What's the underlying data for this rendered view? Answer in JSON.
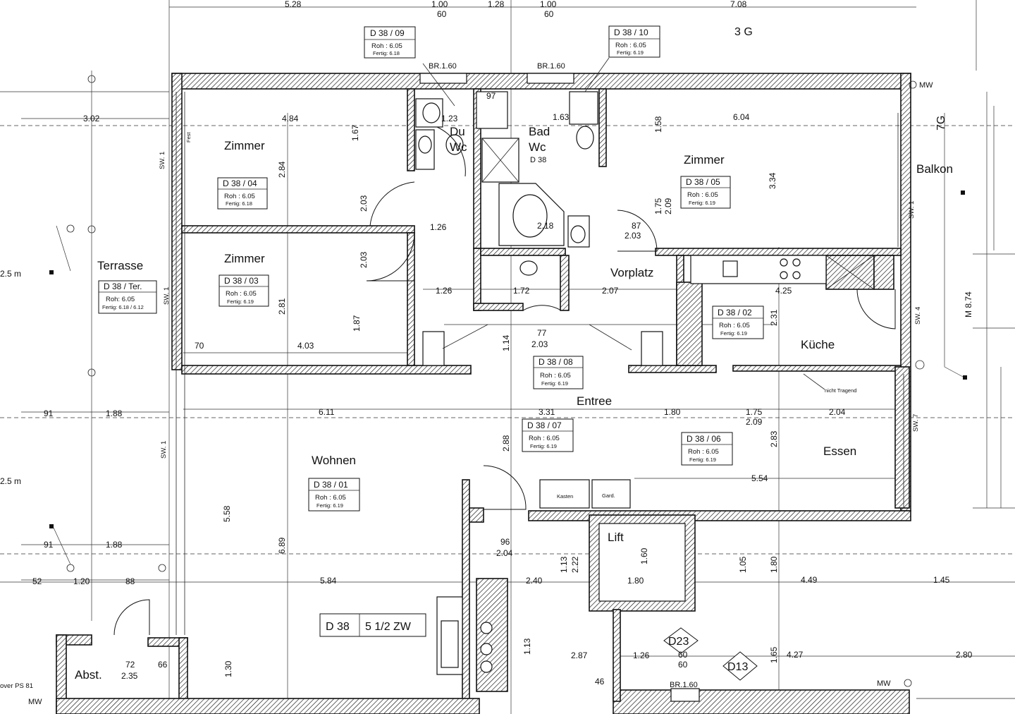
{
  "header": {
    "top_dims": [
      "5.28",
      "1.00",
      "60",
      "1.28",
      "1.00",
      "60",
      "7.08"
    ],
    "grid_label": "3 G",
    "grid_label_side": "7G"
  },
  "rooms": [
    {
      "key": "zimmer_nw",
      "name": "Zimmer"
    },
    {
      "key": "zimmer_w",
      "name": "Zimmer"
    },
    {
      "key": "du_wc_1",
      "name": "Du"
    },
    {
      "key": "du_wc_2",
      "name": "Wc"
    },
    {
      "key": "bad_wc_1",
      "name": "Bad"
    },
    {
      "key": "bad_wc_2",
      "name": "Wc"
    },
    {
      "key": "bad_wc_3",
      "name": "D 38"
    },
    {
      "key": "zimmer_ne",
      "name": "Zimmer"
    },
    {
      "key": "balkon",
      "name": "Balkon"
    },
    {
      "key": "terrasse",
      "name": "Terrasse"
    },
    {
      "key": "vorplatz",
      "name": "Vorplatz"
    },
    {
      "key": "kueche",
      "name": "Küche"
    },
    {
      "key": "entree",
      "name": "Entree"
    },
    {
      "key": "essen",
      "name": "Essen"
    },
    {
      "key": "wohnen",
      "name": "Wohnen"
    },
    {
      "key": "lift",
      "name": "Lift"
    },
    {
      "key": "abst",
      "name": "Abst."
    }
  ],
  "tags": [
    {
      "id": "D 38 / 09",
      "roh": "Roh :  6.05",
      "fertig": "Fertig:  6.18"
    },
    {
      "id": "D 38 / 10",
      "roh": "Roh :  6.05",
      "fertig": "Fertig:  6.19"
    },
    {
      "id": "D 38 / 04",
      "roh": "Roh :  6.05",
      "fertig": "Fertig:  6.18"
    },
    {
      "id": "D 38 / 05",
      "roh": "Roh :  6.05",
      "fertig": "Fertig:  6.19"
    },
    {
      "id": "D 38 / 03",
      "roh": "Roh :  6.05",
      "fertig": "Fertig:  6.19"
    },
    {
      "id": "D 38 / Ter.",
      "roh": "Roh:  6.05",
      "fertig": "Fertig:  6.18 / 6.12"
    },
    {
      "id": "D 38 / 02",
      "roh": "Roh :  6.05",
      "fertig": "Fertig:  6.19"
    },
    {
      "id": "D 38 / 08",
      "roh": "Roh :  6.05",
      "fertig": "Fertig:  6.19"
    },
    {
      "id": "D 38 / 07",
      "roh": "Roh :  6.05",
      "fertig": "Fertig:  6.19"
    },
    {
      "id": "D 38 / 06",
      "roh": "Roh :  6.05",
      "fertig": "Fertig:  6.19"
    },
    {
      "id": "D 38 / 01",
      "roh": "Roh :  6.05",
      "fertig": "Fertig:  6.19"
    }
  ],
  "unit": {
    "code": "D 38",
    "type": "5 1/2 ZW"
  },
  "markers": [
    "D23",
    "D13"
  ],
  "misc": {
    "br_left": "BR.1.60",
    "br_right": "BR.1.60",
    "br_bottom": "BR.1.60",
    "mw_top": "MW",
    "mw_bottom": "MW",
    "mw_left": "MW",
    "kasten": "Kasten",
    "gard": "Gard.",
    "nicht_tragend": "nicht Tragend",
    "level_1": "2.5 m",
    "level_2": "2.5 m",
    "cover": "over PS 81",
    "sw1_a": "SW. 1",
    "sw1_b": "SW. 1",
    "sw1_c": "SW. 1",
    "sw4": "SW. 4",
    "sw7": "SW. 7",
    "sw1_d": "SW. 1",
    "m874": "M  8.74",
    "fest": "Fest"
  },
  "dims": {
    "d1": "3.02",
    "d2": "4.84",
    "d3": "6.04",
    "d4": "1.23",
    "d5": "97",
    "d6": "1.63",
    "d7": "1.26",
    "d8": "2.18",
    "d9": "87",
    "d10": "2.03",
    "d11": "1.26",
    "d12": "1.72",
    "d13": "2.07",
    "d14": "4.25",
    "d15": "70",
    "d16": "4.03",
    "d17": "77",
    "d18": "2.03",
    "d19": "91",
    "d20": "1.88",
    "d21": "6.11",
    "d22": "3.31",
    "d23": "1.80",
    "d24": "1.75",
    "d25": "2.09",
    "d26": "2.04",
    "d27": "5.54",
    "d28": "91",
    "d29": "1.88",
    "d30": "1.20",
    "d31": "88",
    "d32": "5.84",
    "d33": "2.40",
    "d34": "1.80",
    "d35": "4.49",
    "d36": "1.45",
    "d37": "96",
    "d38": "2.04",
    "d39": "2.87",
    "d40": "1.26",
    "d41": "4.27",
    "d42": "2.80",
    "d43": "72",
    "d44": "2.35",
    "d45": "66",
    "d46": "46",
    "d47": "52",
    "d48": "60",
    "d49": "60",
    "v1": "2.84",
    "v2": "1.67",
    "v3": "2.03",
    "v4": "2.81",
    "v5": "1.87",
    "v6": "2.03",
    "v7": "3.34",
    "v8": "1.75",
    "v9": "2.09",
    "v10": "2.31",
    "v11": "2.88",
    "v12": "5.58",
    "v13": "6.89",
    "v14": "2.83",
    "v15": "1.14",
    "v16": "1.13",
    "v17": "2.22",
    "v18": "1.60",
    "v19": "1.05",
    "v20": "1.80",
    "v21": "1.13",
    "v22": "1.30",
    "v23": "1.65",
    "v24": "1.58"
  }
}
